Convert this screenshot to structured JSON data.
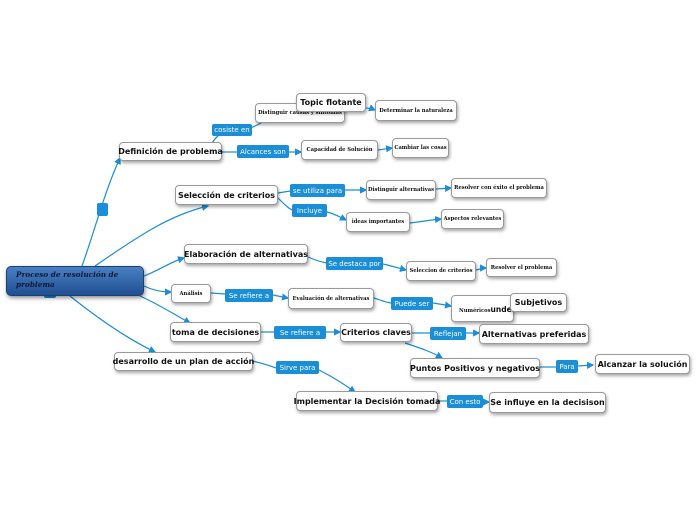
{
  "root": {
    "title": "Proceso de resolución de problema"
  },
  "nodes": {
    "definicion": "Definición de problema",
    "distinguir_causas": "Distinguir causas y sintomas",
    "topic_flotante": "Topic flotante",
    "determinar_naturaleza": "Determinar la naturaleza",
    "capacidad_solucion": "Capacidad de Solución",
    "cambiar_cosas": "Cambiar las cosas",
    "seleccion_criterios": "Selección de criterios",
    "distinguir_alternativas": "Distinguir alternativas",
    "resolver_exito": "Resolver con éxito el problema",
    "ideas_importantes": "ideas importantes",
    "aspectos_relevantes": "Aspectos relevantes",
    "elaboracion": "Elaboración de alternativas",
    "seleccion_de_criterios": "Seleccion de criterios",
    "resolver_problema": "Resolver el problema",
    "analisis": "Análisis",
    "evaluacion": "Evaluación de alternativas",
    "numericos_a": "Numéricos",
    "numericos_b": "undefined",
    "subjetivos": "Subjetivos",
    "toma_decisiones": "toma de decisiones",
    "criterios_claves": "Criterios claves",
    "alternativas_preferidas": "Alternativas preferidas",
    "puntos": "Puntos Positivos y negativos",
    "alcanzar": "Alcanzar la solución",
    "desarrollo": "desarrollo de un plan de acción",
    "implementar": "Implementar la Decisión tomada",
    "se_influye": "Se influye en la decisison"
  },
  "labels": {
    "consiste_en": "cosiste en",
    "alcances_son": "Alcances son",
    "se_utiliza_para": "se utiliza para",
    "incluye": "Incluye",
    "se_destaca_por": "Se destaca por",
    "se_refiere_a_1": "Se refiere a",
    "puede_ser": "Puede ser",
    "se_refiere_a_2": "Se refiere a",
    "reflejan": "Reflejan",
    "para": "Para",
    "sirve_para": "Sirve para",
    "con_esto": "Con esto"
  },
  "colors": {
    "connector": "#1a8ed6",
    "label_bg": "#1a8ed6",
    "root_top": "#4a7fc4",
    "root_bottom": "#1f4f91"
  }
}
